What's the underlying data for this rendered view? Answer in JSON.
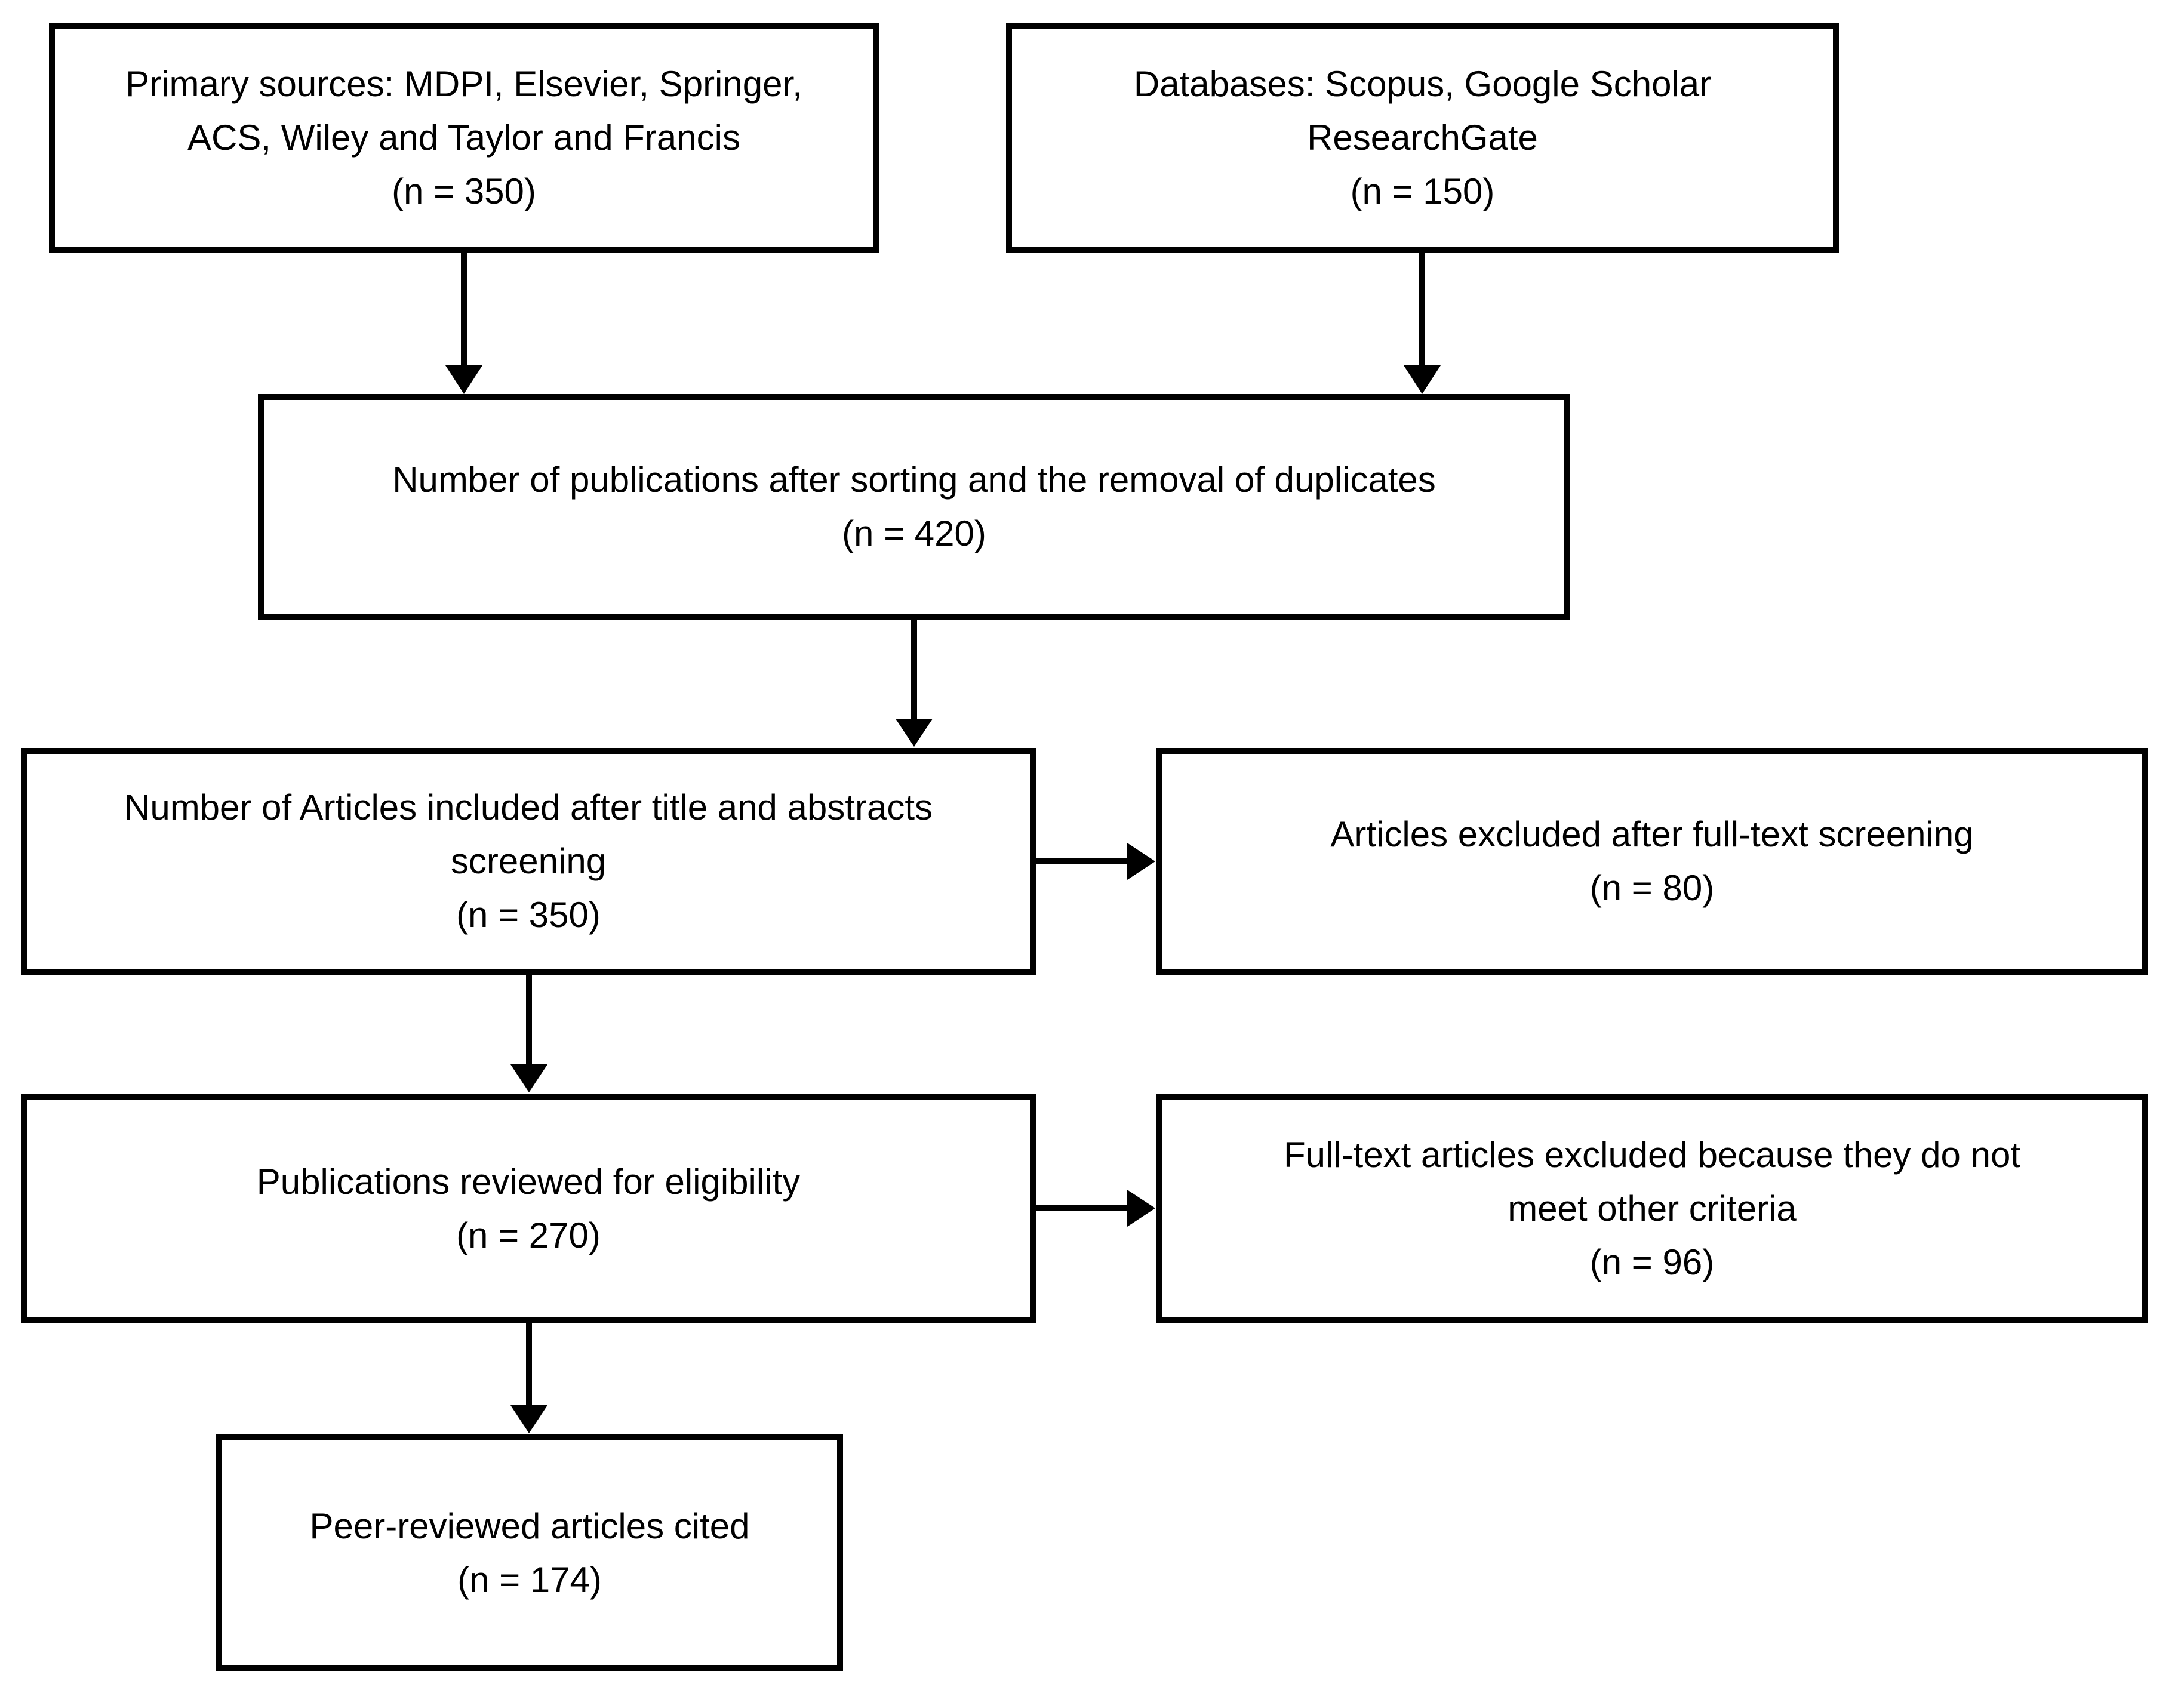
{
  "figure": {
    "type": "flowchart",
    "description": "Literature screening flow diagram",
    "background_color": "#ffffff",
    "box_border_color": "#000000",
    "text_color": "#000000",
    "boxes": [
      {
        "id": "primary-sources",
        "lines": [
          "Primary sources: MDPI, Elsevier, Springer,",
          "ACS, Wiley and Taylor and Francis",
          "(n = 350)"
        ]
      },
      {
        "id": "databases",
        "lines": [
          "Databases: Scopus, Google Scholar",
          "ResearchGate",
          "(n = 150)"
        ]
      },
      {
        "id": "after-deduplication",
        "lines": [
          "Number of publications after sorting and the removal of duplicates",
          "(n = 420)"
        ]
      },
      {
        "id": "title-abstract-screening",
        "lines": [
          "Number of Articles included after title and abstracts",
          "screening",
          "(n = 350)"
        ]
      },
      {
        "id": "excluded-full-text",
        "lines": [
          "Articles excluded after full-text screening",
          "(n = 80)"
        ]
      },
      {
        "id": "reviewed-eligibility",
        "lines": [
          "Publications reviewed for eligibility",
          "(n = 270)"
        ]
      },
      {
        "id": "excluded-other-criteria",
        "lines": [
          "Full-text articles excluded because they do not",
          "meet other criteria",
          "(n = 96)"
        ]
      },
      {
        "id": "peer-reviewed-cited",
        "lines": [
          "Peer-reviewed articles cited",
          "(n = 174)"
        ]
      }
    ],
    "edges": [
      {
        "from": "primary-sources",
        "to": "after-deduplication"
      },
      {
        "from": "databases",
        "to": "after-deduplication"
      },
      {
        "from": "after-deduplication",
        "to": "title-abstract-screening"
      },
      {
        "from": "title-abstract-screening",
        "to": "excluded-full-text"
      },
      {
        "from": "title-abstract-screening",
        "to": "reviewed-eligibility"
      },
      {
        "from": "reviewed-eligibility",
        "to": "excluded-other-criteria"
      },
      {
        "from": "reviewed-eligibility",
        "to": "peer-reviewed-cited"
      }
    ]
  }
}
